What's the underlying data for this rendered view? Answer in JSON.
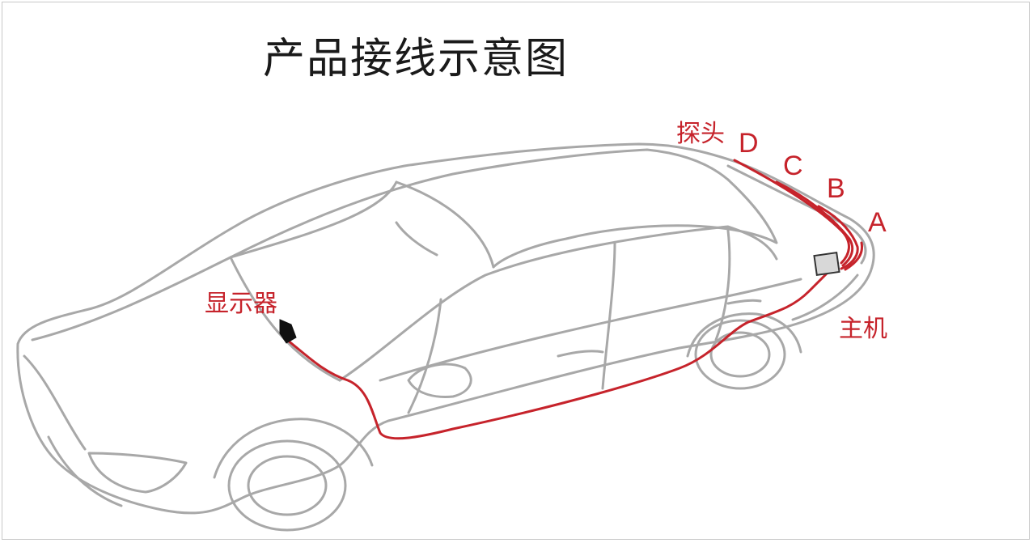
{
  "title": "产品接线示意图",
  "labels": {
    "probe": "探头",
    "d": "D",
    "c": "C",
    "b": "B",
    "a": "A",
    "display": "显示器",
    "host": "主机"
  },
  "colors": {
    "wire": "#c6232b",
    "outline": "#9a9a9a",
    "text": "#1a1a1a"
  }
}
